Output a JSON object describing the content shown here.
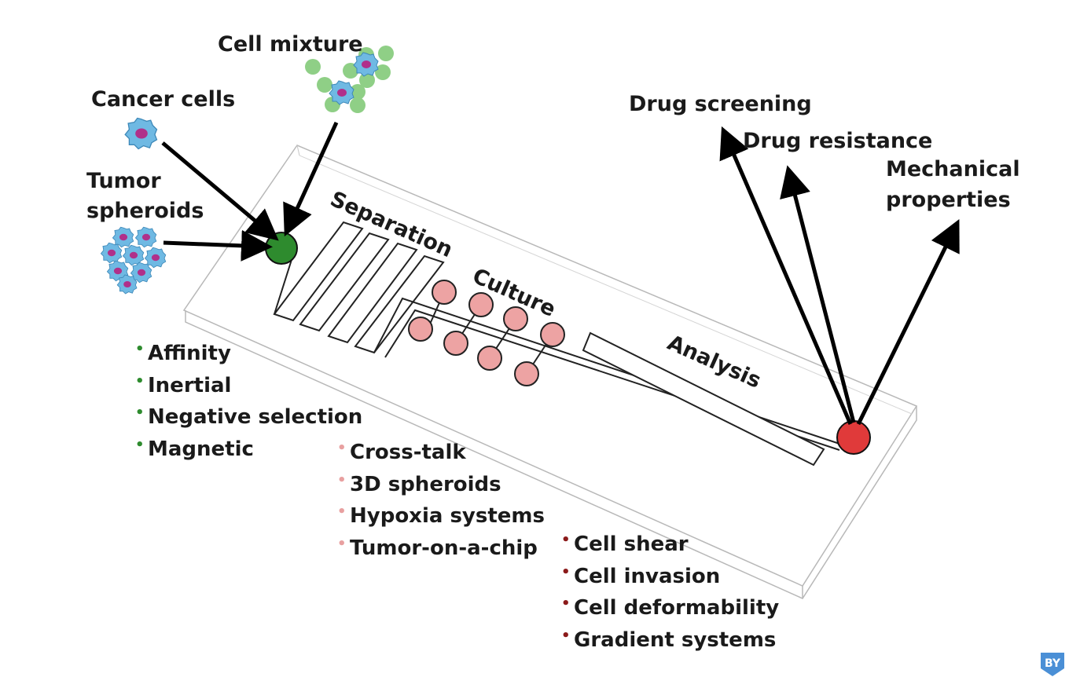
{
  "inputs": {
    "cancer_cells": "Cancer cells",
    "cell_mixture": "Cell mixture",
    "tumor_spheroids_line1": "Tumor",
    "tumor_spheroids_line2": "spheroids"
  },
  "stages": {
    "separation": "Separation",
    "culture": "Culture",
    "analysis": "Analysis"
  },
  "outputs": {
    "drug_screening": "Drug screening",
    "drug_resistance": "Drug resistance",
    "mechanical_line1": "Mechanical",
    "mechanical_line2": "properties"
  },
  "lists": {
    "separation": [
      "Affinity",
      "Inertial",
      "Negative selection",
      "Magnetic"
    ],
    "culture": [
      "Cross-talk",
      "3D spheroids",
      "Hypoxia systems",
      "Tumor-on-a-chip"
    ],
    "analysis": [
      "Cell shear",
      "Cell invasion",
      "Cell deformability",
      "Gradient systems"
    ]
  },
  "colors": {
    "inlet": "#2e8b2e",
    "outlet": "#e03a3a",
    "culture_chamber": "#eda3a3",
    "separation_bullet": "#2e8b2e",
    "culture_bullet": "#e8a0a0",
    "analysis_bullet": "#8b1a1a",
    "cell": "#6fb9e3",
    "nucleus": "#b0308a",
    "mixture_green": "#8fcf86",
    "badge": "#4a8fd6"
  },
  "icons": {
    "cancer_cell": "cancer-cell-icon",
    "cell_mixture": "cell-mixture-icon",
    "tumor_spheroid": "tumor-spheroid-icon",
    "badge": "by-license-icon"
  },
  "badge_text": "BY"
}
